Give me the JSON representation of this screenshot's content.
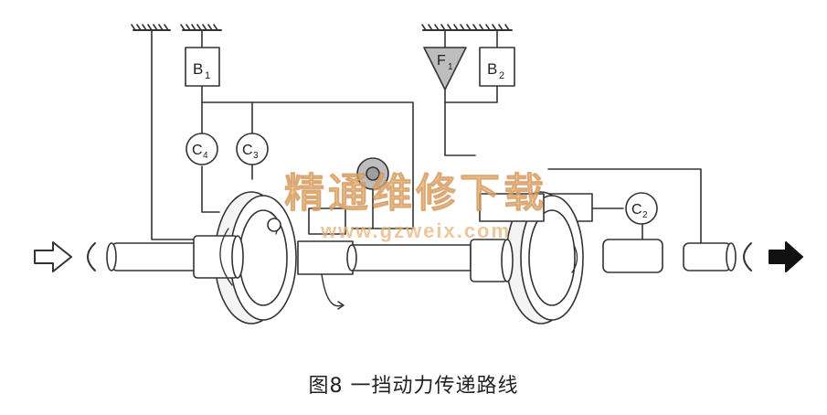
{
  "labels": {
    "b1": "B",
    "b1_sub": "1",
    "b2": "B",
    "b2_sub": "2",
    "f1": "F",
    "f1_sub": "1",
    "c2": "C",
    "c2_sub": "2",
    "c3": "C",
    "c3_sub": "3",
    "c4": "C",
    "c4_sub": "4"
  },
  "watermark": {
    "text_cn": "精通维修下载",
    "text_url": "www.gzweix.com",
    "color": "#e7b37a"
  },
  "caption": "图8 一挡动力传递路线",
  "colors": {
    "line": "#333333",
    "fill_gray": "#bdbdbd",
    "ring": "#f4f4f4"
  }
}
